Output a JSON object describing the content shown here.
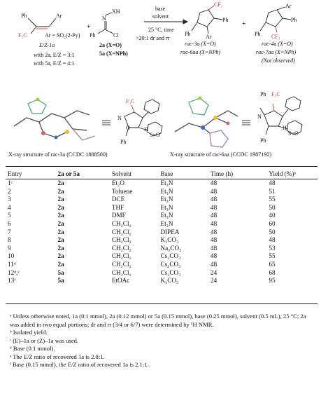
{
  "scheme": {
    "reagent1_ph": "Ph",
    "reagent1_ar": "Ar",
    "reagent1_f3c": "F₃C",
    "reagent1_ar_def": "Ar = SO₂(2-Py)",
    "reagent1_name": "E/Z-1a",
    "ratio_2a": "with 2a, E/Z = 3:1",
    "ratio_5a": "with 5a, E/Z = 4:1",
    "plus": "+",
    "reagent2_xh": "XH",
    "reagent2_n": "N",
    "reagent2_ph": "Ph",
    "reagent2_cl": "Cl",
    "reagent2_2a": "2a (X=O)",
    "reagent2_5a": "5a (X=NPh)",
    "arrow_top1": "base",
    "arrow_top2": "solvent",
    "arrow_bottom1": "25 °C, time",
    "arrow_bottom2": ">20:1 dr and rr",
    "prod1_cf3": "CF₃",
    "prod1_ph": "Ph",
    "prod1_ar": "Ar",
    "prod1_ph2": "Ph",
    "prod1_name1": "rac-3a (X=O)",
    "prod1_name2": "rac-6aa (X=NPh)",
    "prod2_ar": "Ar",
    "prod2_ph": "Ph",
    "prod2_cf3": "CF₃",
    "prod2_ph2": "Ph",
    "prod2_name1": "rac-4a (X=O)",
    "prod2_name2": "rac-7aa (X=NPh)",
    "prod2_note": "(Not observed)"
  },
  "captions": {
    "left": "X-ray structure of rac-3a (CCDC 1888500)",
    "right": "X-ray structure of rac-6aa (CCDC 1987192)"
  },
  "xray_labels": {
    "f3c_left": "F₃C",
    "n_left": "N",
    "o_left": "O",
    "h_left": "H",
    "so_left": "S=O",
    "ph_left": "Ph",
    "ph_right": "Ph",
    "f3c_right": "F₃C",
    "n_right": "N",
    "h_right": "H",
    "so_right": "S=O",
    "ph_right2": "Ph"
  },
  "table": {
    "headers": [
      "Entry",
      "2a or 5a",
      "Solvent",
      "Base",
      "Time (h)",
      "Yield (%)ᵇ"
    ],
    "rows": [
      [
        "1ᶜ",
        "2a",
        "Et₂O",
        "Et₃N",
        "48",
        "48"
      ],
      [
        "2",
        "2a",
        "Toluene",
        "Et₃N",
        "48",
        "51"
      ],
      [
        "3",
        "2a",
        "DCE",
        "Et₃N",
        "48",
        "55"
      ],
      [
        "4",
        "2a",
        "THF",
        "Et₃N",
        "48",
        "50"
      ],
      [
        "5",
        "2a",
        "DMF",
        "Et₃N",
        "48",
        "40"
      ],
      [
        "6",
        "2a",
        "CH₂Cl₂",
        "Et₃N",
        "48",
        "60"
      ],
      [
        "7",
        "2a",
        "CH₂Cl₂",
        "DIPEA",
        "48",
        "50"
      ],
      [
        "8",
        "2a",
        "CH₂Cl₂",
        "K₂CO₃",
        "48",
        "48"
      ],
      [
        "9",
        "2a",
        "CH₂Cl₂",
        "Na₂CO₃",
        "48",
        "53"
      ],
      [
        "10",
        "2a",
        "CH₂Cl₂",
        "Cs₂CO₃",
        "48",
        "55"
      ],
      [
        "11ᵈ",
        "2a",
        "CH₂Cl₂",
        "Cs₂CO₃",
        "48",
        "65"
      ],
      [
        "12ᵈ,ᵉ",
        "5a",
        "CH₂Cl₂",
        "Cs₂CO₃",
        "24",
        "68"
      ],
      [
        "13ᶠ",
        "5a",
        "EtOAc",
        "K₂CO₃",
        "24",
        "95"
      ]
    ]
  },
  "notes": [
    "ᵃ Unless otherwise noted, 1a (0.1 mmol), 2a (0.12 mmol) or 5a (0.15 mmol), base (0.25 mmol), solvent (0.5 mL), 25 °C; 2a was added in two equal portions; dr and rr (3/4 or 6/7) were determined by ¹H NMR.",
    "ᵇ Isolated yield.",
    "ᶜ (E)–1a or (Z)–1a was used.",
    "ᵈ Base (0.1 mmol).",
    "ᵉ The E/Z ratio of recovered 1a is 2.8:1.",
    "ᶠ Base (0.15 mmol), the E/Z ratio of recovered 1a is 2.1:1."
  ]
}
